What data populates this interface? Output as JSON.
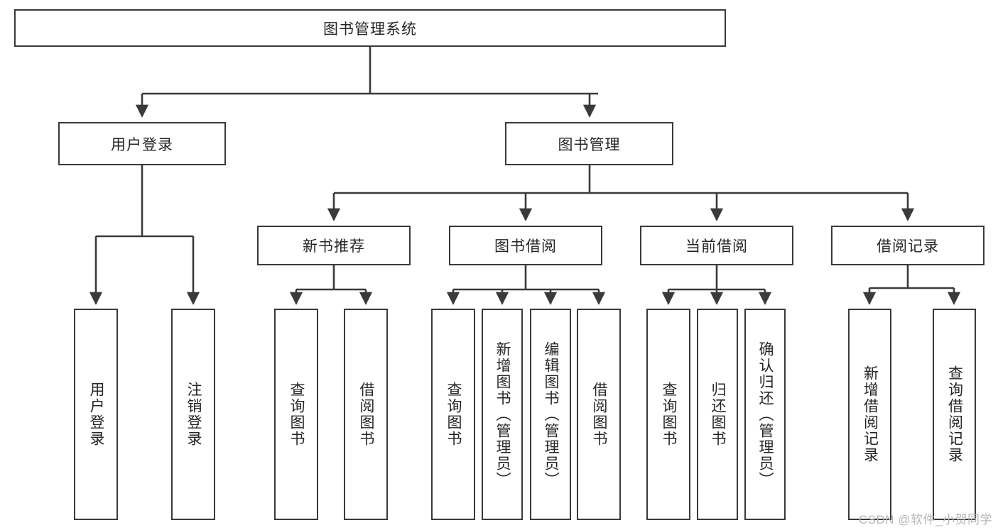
{
  "diagram": {
    "title_node": {
      "label": "图书管理系统"
    },
    "level2": [
      {
        "label": "用户登录"
      },
      {
        "label": "图书管理"
      }
    ],
    "level3": [
      {
        "label": "新书推荐"
      },
      {
        "label": "图书借阅"
      },
      {
        "label": "当前借阅"
      },
      {
        "label": "借阅记录"
      }
    ],
    "leaves": {
      "user_login": [
        {
          "label": "用户登录"
        },
        {
          "label": "注销登录"
        }
      ],
      "new_book_recommend": [
        {
          "label": "查询图书"
        },
        {
          "label": "借阅图书"
        }
      ],
      "book_borrow": [
        {
          "label": "查询图书"
        },
        {
          "label": "新增图书（管理员）"
        },
        {
          "label": "编辑图书（管理员）"
        },
        {
          "label": "借阅图书"
        }
      ],
      "current_borrow": [
        {
          "label": "查询图书"
        },
        {
          "label": "归还图书"
        },
        {
          "label": "确认归还（管理员）"
        }
      ],
      "borrow_record": [
        {
          "label": "新增借阅记录"
        },
        {
          "label": "查询借阅记录"
        }
      ]
    },
    "watermark": {
      "label": "CSDN @软件_小贺同学"
    },
    "colors": {
      "stroke": "#3a3a3a",
      "text": "#262626",
      "background": "#ffffff",
      "watermark": "#b6b6b6"
    }
  }
}
